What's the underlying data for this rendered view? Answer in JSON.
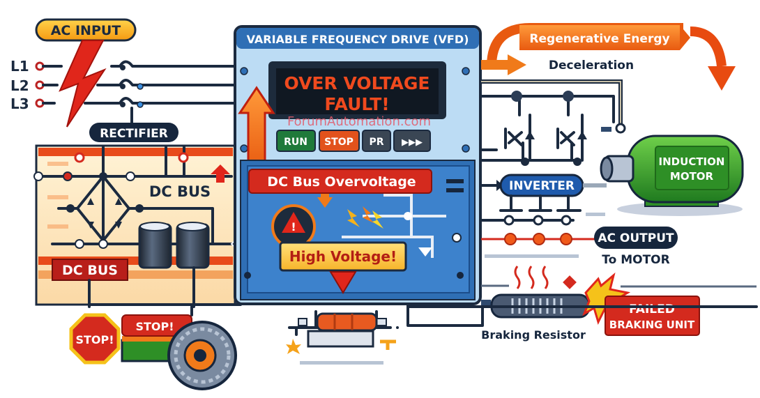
{
  "labels": {
    "ac_input": "AC INPUT",
    "l1": "L1",
    "l2": "L2",
    "l3": "L3",
    "rectifier": "RECTIFIER",
    "dc_bus_center": "DC BUS",
    "dc_bus_tag": "DC BUS",
    "vfd_title": "VARIABLE FREQUENCY DRIVE (VFD)",
    "fault_line1": "OVER VOLTAGE",
    "fault_line2": "FAULT!",
    "watermark": "ForumAutomation.com",
    "dc_bus_overvoltage": "DC Bus Overvoltage",
    "high_voltage": "High Voltage!",
    "regenerative_energy": "Regenerative Energy",
    "deceleration": "Deceleration",
    "inverter": "INVERTER",
    "motor_line1": "INDUCTION",
    "motor_line2": "MOTOR",
    "ac_output": "AC OUTPUT",
    "to_motor": "To MOTOR",
    "braking_resistor": "Braking Resistor",
    "failed_line1": "FAILED",
    "failed_line2": "BRAKING UNIT",
    "stop_sign": "STOP!",
    "stop_banner": "STOP!"
  },
  "vfd_buttons": [
    {
      "label": "RUN",
      "color": "#1f7a3a"
    },
    {
      "label": "STOP",
      "color": "#e2521c"
    },
    {
      "label": "PR",
      "color": "#3a4654"
    },
    {
      "label": "▶▶▶",
      "color": "#3a4654"
    }
  ],
  "colors": {
    "vfd_blue": "#2f6fb5",
    "vfd_light": "#bcdcf4",
    "fault_text": "#f04a1e",
    "alert_red": "#d42a1e",
    "orange": "#f07a1a",
    "motor_green": "#3aa92e",
    "navy": "#16263d"
  }
}
